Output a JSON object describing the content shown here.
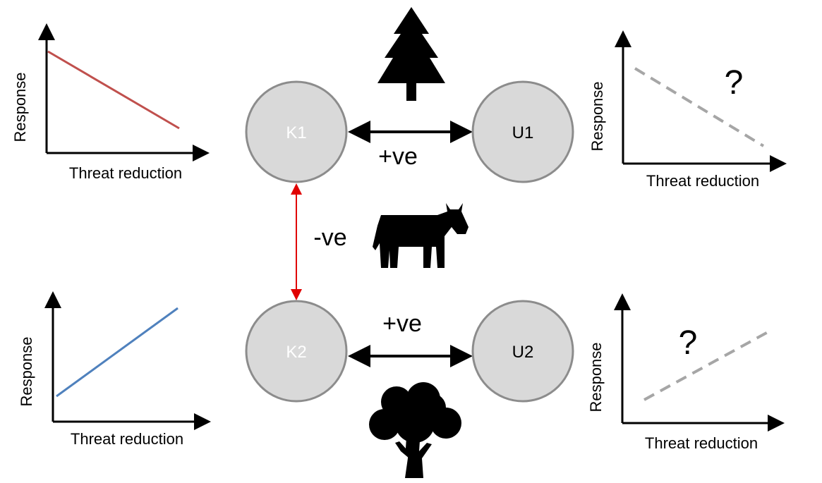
{
  "axis_labels": {
    "y": "Response",
    "x": "Threat reduction"
  },
  "nodes": {
    "k1": "K1",
    "u1": "U1",
    "k2": "K2",
    "u2": "U2"
  },
  "links": {
    "top": "+ve",
    "bottom": "+ve",
    "vertical": "-ve"
  },
  "unknown_marker": "?",
  "colors": {
    "red_line": "#c0504d",
    "blue_line": "#4f81bd",
    "dashed": "#a6a6a6",
    "node_fill": "#d9d9d9",
    "node_stroke": "#8c8c8c",
    "neg_arrow": "#e00000"
  },
  "icons": [
    "pine-tree-icon",
    "cow-icon",
    "deciduous-tree-icon"
  ]
}
